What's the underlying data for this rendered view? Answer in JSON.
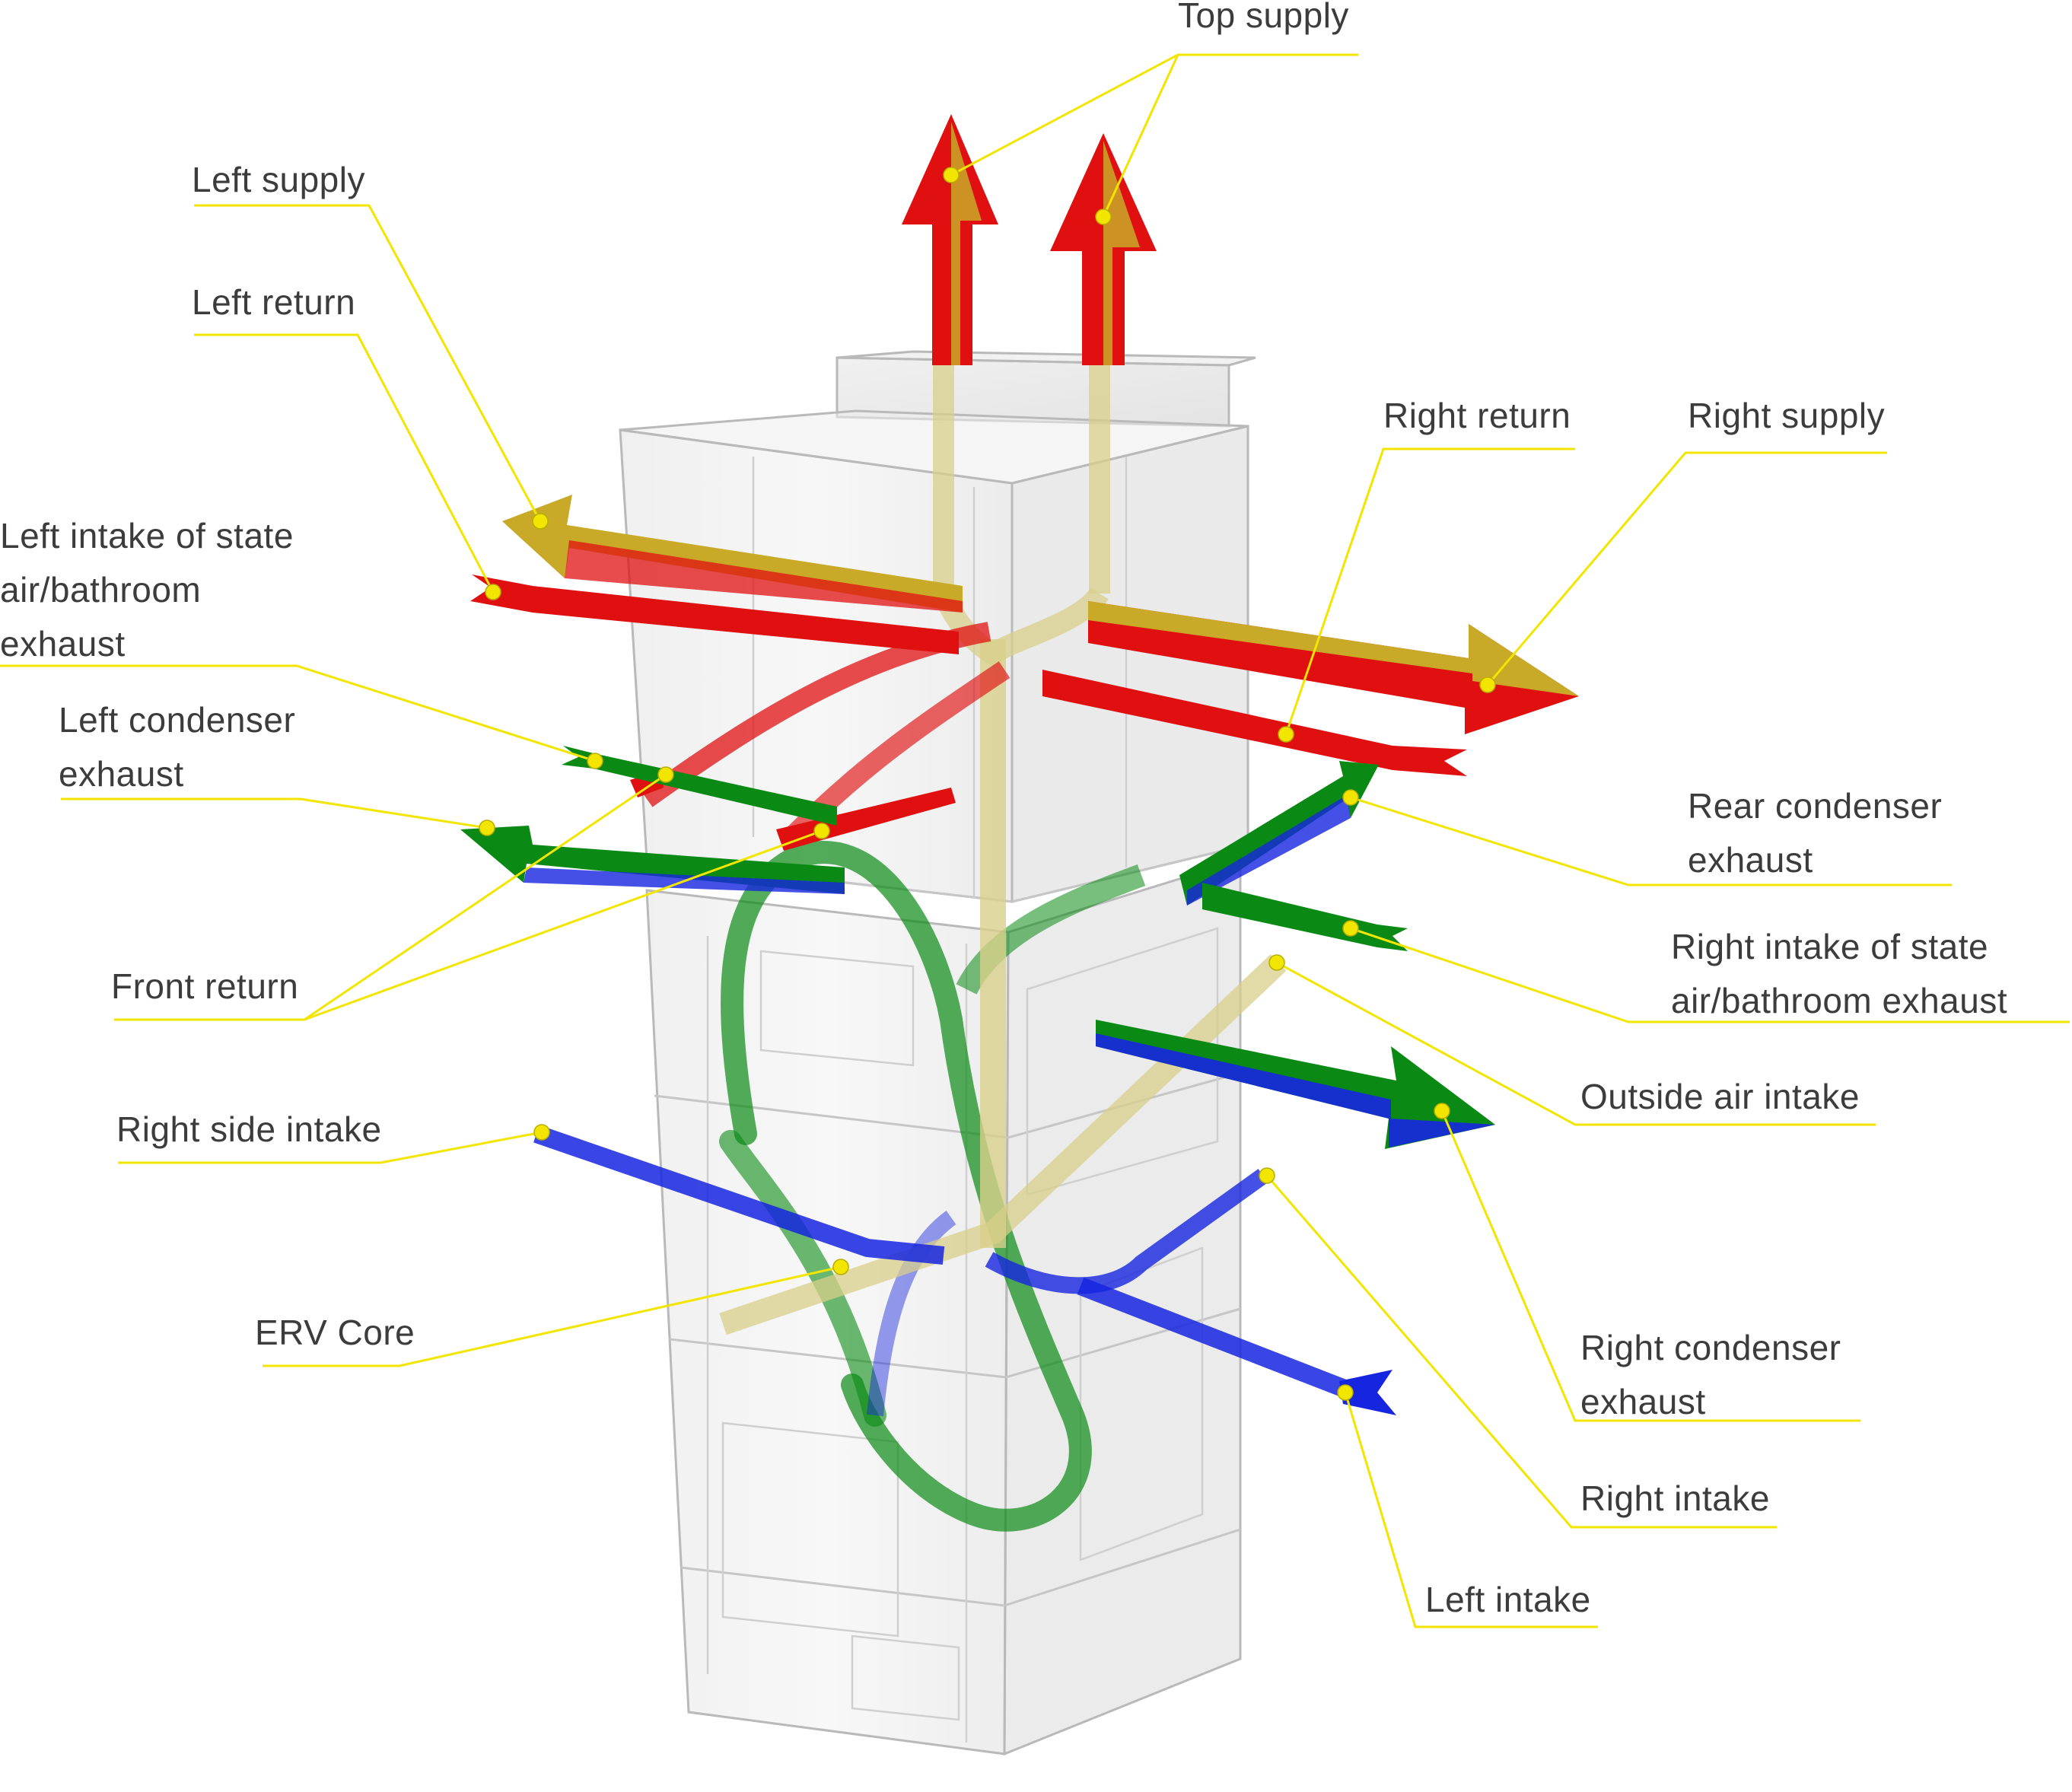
{
  "colors": {
    "supply": "#e01010",
    "supply_tint": "#c9a928",
    "condenser": "#0a8a14",
    "intake": "#1626e0",
    "erv": "#d8cf8a",
    "leader": "#f2e600"
  },
  "labels": {
    "top_supply": [
      "Top supply"
    ],
    "left_supply": [
      "Left supply"
    ],
    "left_return": [
      "Left return"
    ],
    "left_intake_stale": [
      "Left intake of state",
      "air/bathroom",
      "exhaust"
    ],
    "left_condenser_exhaust": [
      "Left condenser",
      "exhaust"
    ],
    "front_return": [
      "Front return"
    ],
    "right_side_intake": [
      "Right side intake"
    ],
    "erv_core": [
      "ERV Core"
    ],
    "right_return": [
      "Right return"
    ],
    "right_supply": [
      "Right supply"
    ],
    "rear_condenser_exhaust": [
      "Rear condenser",
      "exhaust"
    ],
    "right_intake_stale": [
      "Right intake of state",
      "air/bathroom exhaust"
    ],
    "outside_air_intake": [
      "Outside air intake"
    ],
    "right_condenser_exhaust": [
      "Right condenser",
      "exhaust"
    ],
    "right_intake": [
      "Right intake"
    ],
    "left_intake": [
      "Left intake"
    ]
  }
}
